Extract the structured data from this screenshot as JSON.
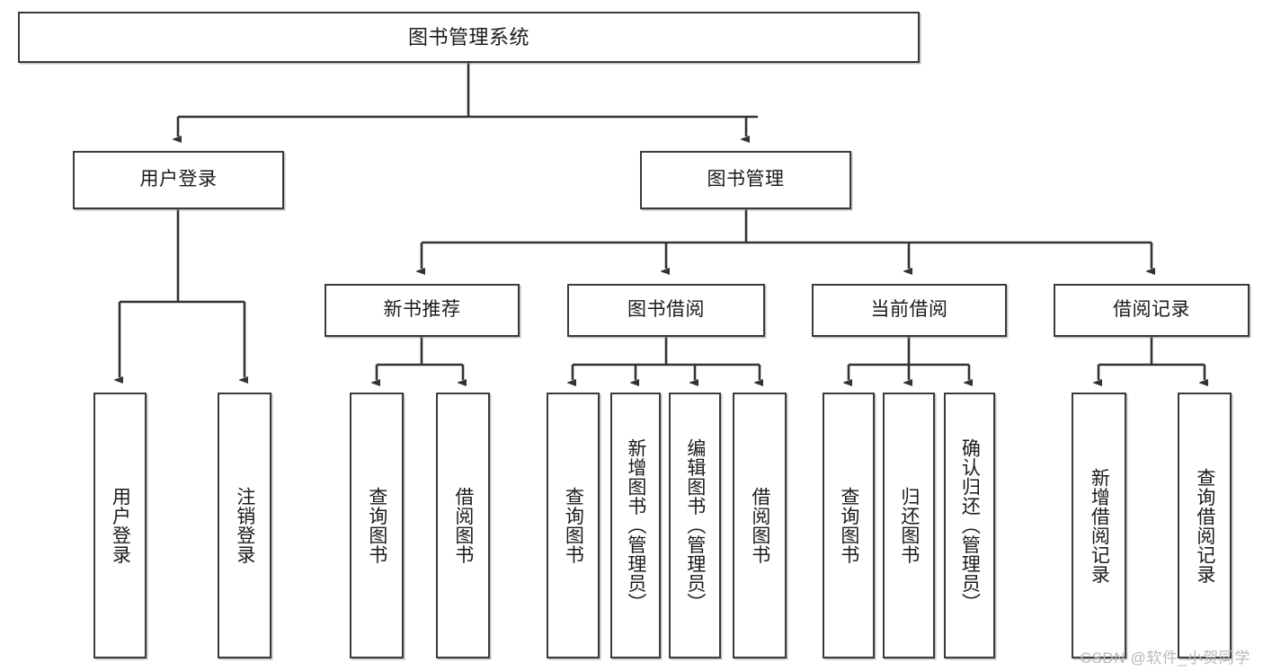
{
  "diagram": {
    "title": "图书管理系统",
    "type": "hierarchy-tree",
    "watermark": "CSDN @软件_小贺同学",
    "colors": {
      "box_border": "#3a3a3a",
      "box_fill": "#ffffff",
      "edge": "#333333",
      "text": "#1b1b1b",
      "watermark": "#b9b9b9"
    },
    "levels": {
      "root": {
        "label": "图书管理系统"
      },
      "level2": [
        {
          "id": "user-login",
          "label": "用户登录"
        },
        {
          "id": "book-manage",
          "label": "图书管理"
        }
      ],
      "level3": [
        {
          "id": "new-book-rec",
          "label": "新书推荐",
          "parent": "book-manage"
        },
        {
          "id": "book-borrow",
          "label": "图书借阅",
          "parent": "book-manage"
        },
        {
          "id": "current-borrow",
          "label": "当前借阅",
          "parent": "book-manage"
        },
        {
          "id": "borrow-record",
          "label": "借阅记录",
          "parent": "book-manage"
        }
      ],
      "leaves": [
        {
          "id": "leaf-user-login",
          "label": "用户登录",
          "parent": "user-login"
        },
        {
          "id": "leaf-logout",
          "label": "注销登录",
          "parent": "user-login"
        },
        {
          "id": "leaf-query-book-1",
          "label": "查询图书",
          "parent": "new-book-rec"
        },
        {
          "id": "leaf-borrow-book-1",
          "label": "借阅图书",
          "parent": "new-book-rec"
        },
        {
          "id": "leaf-query-book-2",
          "label": "查询图书",
          "parent": "book-borrow"
        },
        {
          "id": "leaf-add-book",
          "label": "新增图书（管理员）",
          "parent": "book-borrow"
        },
        {
          "id": "leaf-edit-book",
          "label": "编辑图书（管理员）",
          "parent": "book-borrow"
        },
        {
          "id": "leaf-borrow-book-2",
          "label": "借阅图书",
          "parent": "book-borrow"
        },
        {
          "id": "leaf-query-book-3",
          "label": "查询图书",
          "parent": "current-borrow"
        },
        {
          "id": "leaf-return-book",
          "label": "归还图书",
          "parent": "current-borrow"
        },
        {
          "id": "leaf-confirm-return",
          "label": "确认归还（管理员）",
          "parent": "current-borrow"
        },
        {
          "id": "leaf-add-record",
          "label": "新增借阅记录",
          "parent": "borrow-record"
        },
        {
          "id": "leaf-query-record",
          "label": "查询借阅记录",
          "parent": "borrow-record"
        }
      ]
    }
  }
}
